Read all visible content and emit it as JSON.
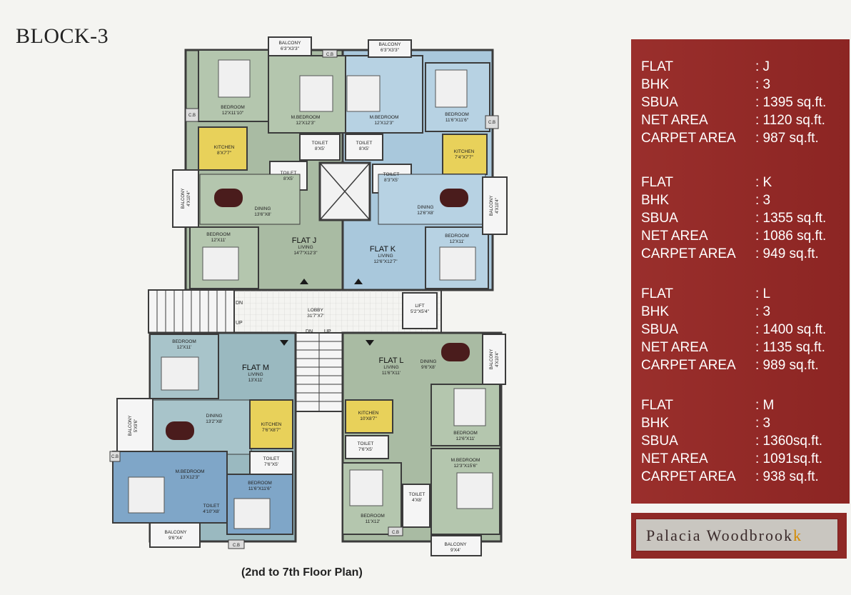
{
  "page": {
    "block_title": "BLOCK-3",
    "caption": "(2nd to 7th Floor Plan)"
  },
  "plan": {
    "lobby": {
      "name": "LOBBY",
      "size": "31'7\"X7'"
    },
    "lift": {
      "name": "LIFT",
      "size": "5'2\"X5'4\""
    },
    "stair_dn": "DN",
    "stair_up": "UP",
    "flats": {
      "j": {
        "name": "FLAT J",
        "living": "LIVING",
        "living_size": "14'7\"X12'3\""
      },
      "k": {
        "name": "FLAT K",
        "living": "LIVING",
        "living_size": "12'6\"X12'7\""
      },
      "l": {
        "name": "FLAT L",
        "living": "LIVING",
        "living_size": "11'6\"X11'"
      },
      "m": {
        "name": "FLAT M",
        "living": "LIVING",
        "living_size": "13'X11'"
      }
    },
    "rooms": {
      "j_bed1": {
        "name": "BEDROOM",
        "size": "12'X11'10\""
      },
      "j_mbed": {
        "name": "M.BEDROOM",
        "size": "12'X12'3\""
      },
      "j_kitchen": {
        "name": "KITCHEN",
        "size": "8'X7'7\""
      },
      "j_toilet1": {
        "name": "TOILET",
        "size": "8'X5'"
      },
      "j_toilet2": {
        "name": "TOILET",
        "size": "8'X5'"
      },
      "j_dining": {
        "name": "DINING",
        "size": "13'6\"X8'"
      },
      "j_bed2": {
        "name": "BEDROOM",
        "size": "12'X11'"
      },
      "j_balcony1": {
        "name": "BALCONY",
        "size": "6'3\"X3'3\""
      },
      "j_balcony2": {
        "name": "BALCONY",
        "size": "4'X10'4\""
      },
      "k_mbed": {
        "name": "M.BEDROOM",
        "size": "12'X12'3\""
      },
      "k_bed1": {
        "name": "BEDROOM",
        "size": "11'6\"X11'6\""
      },
      "k_kitchen": {
        "name": "KITCHEN",
        "size": "7'4\"X7'7\""
      },
      "k_toilet1": {
        "name": "TOILET",
        "size": "8'X5'"
      },
      "k_toilet2": {
        "name": "TOILET",
        "size": "8'3\"X5'"
      },
      "k_dining": {
        "name": "DINING",
        "size": "12'6\"X8'"
      },
      "k_bed2": {
        "name": "BEDROOM",
        "size": "12'X11'"
      },
      "k_balcony1": {
        "name": "BALCONY",
        "size": "6'3\"X3'3\""
      },
      "k_balcony2": {
        "name": "BALCONY",
        "size": "4'X10'4\""
      },
      "m_bed1": {
        "name": "BEDROOM",
        "size": "12'X11'"
      },
      "m_dining": {
        "name": "DINING",
        "size": "13'2\"X8'"
      },
      "m_kitchen": {
        "name": "KITCHEN",
        "size": "7'6\"X8'7\""
      },
      "m_toilet1": {
        "name": "TOILET",
        "size": "7'6\"X5'"
      },
      "m_mbed": {
        "name": "M.BEDROOM",
        "size": "13'X12'3\""
      },
      "m_bed2": {
        "name": "BEDROOM",
        "size": "11'6\"X11'6\""
      },
      "m_toilet2": {
        "name": "TOILET",
        "size": "4'10\"X8'"
      },
      "m_balcony1": {
        "name": "BALCONY",
        "size": "9'6\"X4'"
      },
      "m_balcony2": {
        "name": "BALCONY",
        "size": "5'X9'6\""
      },
      "l_dining": {
        "name": "DINING",
        "size": "9'6\"X8'"
      },
      "l_kitchen": {
        "name": "KITCHEN",
        "size": "10'X8'7\""
      },
      "l_toilet1": {
        "name": "TOILET",
        "size": "7'6\"X5'"
      },
      "l_bed1": {
        "name": "BEDROOM",
        "size": "12'6\"X11'"
      },
      "l_mbed": {
        "name": "M.BEDROOM",
        "size": "12'3\"X15'6\""
      },
      "l_toilet2": {
        "name": "TOILET",
        "size": "4'X8'"
      },
      "l_bed2": {
        "name": "BEDROOM",
        "size": "11'X12'"
      },
      "l_balcony1": {
        "name": "BALCONY",
        "size": "9'X4'"
      },
      "l_balcony2": {
        "name": "BALCONY",
        "size": "4'X10'4\""
      }
    },
    "cb": "C.B"
  },
  "flats": [
    {
      "flat_label": "FLAT",
      "flat": ": J",
      "bhk_label": "BHK",
      "bhk": ": 3",
      "sbua_label": "SBUA",
      "sbua": ": 1395 sq.ft.",
      "net_label": "NET AREA",
      "net": ": 1120 sq.ft.",
      "carpet_label": "CARPET AREA",
      "carpet": ": 987 sq.ft."
    },
    {
      "flat_label": "FLAT",
      "flat": ": K",
      "bhk_label": "BHK",
      "bhk": ": 3",
      "sbua_label": "SBUA",
      "sbua": ": 1355 sq.ft.",
      "net_label": "NET AREA",
      "net": ": 1086 sq.ft.",
      "carpet_label": "CARPET AREA",
      "carpet": ": 949 sq.ft."
    },
    {
      "flat_label": "FLAT",
      "flat": ": L",
      "bhk_label": "BHK",
      "bhk": ": 3",
      "sbua_label": "SBUA",
      "sbua": ": 1400 sq.ft.",
      "net_label": "NET AREA",
      "net": ": 1135 sq.ft.",
      "carpet_label": "CARPET AREA",
      "carpet": ": 989 sq.ft."
    },
    {
      "flat_label": "FLAT",
      "flat": ": M",
      "bhk_label": "BHK",
      "bhk": ": 3",
      "sbua_label": "SBUA",
      "sbua": ": 1360sq.ft.",
      "net_label": "NET AREA",
      "net": ": 1091sq.ft.",
      "carpet_label": "CARPET AREA",
      "carpet": ": 938 sq.ft."
    }
  ],
  "logo": {
    "main": "Palacia Woodbrook",
    "accent": "k"
  },
  "colors": {
    "panel": "#8c2523",
    "flat_j": "#a9bba3",
    "flat_k": "#a9c8dc",
    "flat_l": "#a9bba3",
    "flat_m": "#9ab9c0",
    "kitchen": "#e8d15a",
    "lobby": "#f2f2f2",
    "wall": "#3b3b3b"
  }
}
